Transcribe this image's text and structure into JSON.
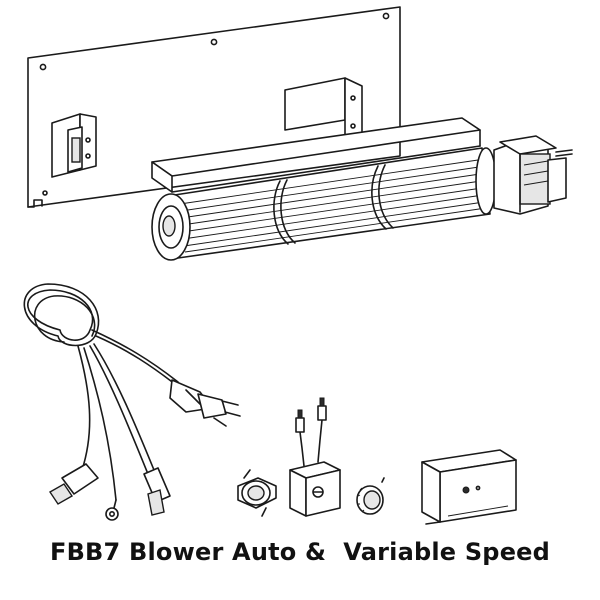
{
  "caption": "FBB7 Blower Auto &  Variable Speed",
  "colors": {
    "line": "#1a1a1a",
    "background": "#ffffff",
    "caption": "#111111"
  },
  "components": [
    "mounting-plate",
    "tangential-blower",
    "blower-motor",
    "power-cord",
    "thermodisc-switch",
    "speed-controller",
    "control-knob",
    "mounting-bracket"
  ]
}
